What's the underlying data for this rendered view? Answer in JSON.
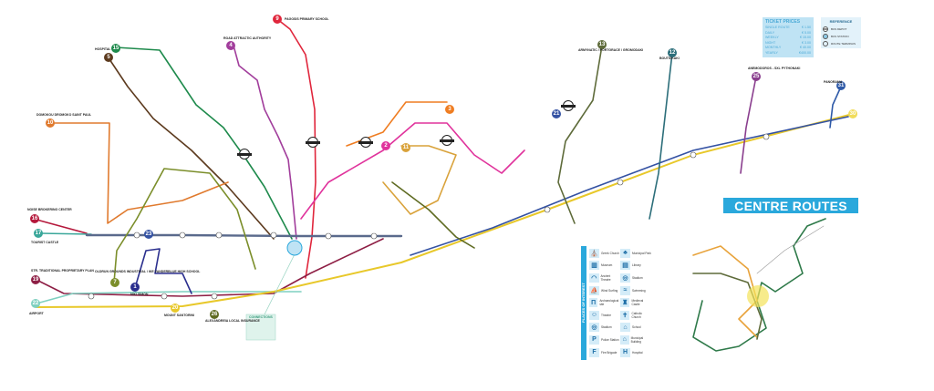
{
  "ticket_prices": {
    "title": "TICKET PRICES",
    "rows": [
      {
        "label": "SINGLE ROUTE",
        "price": "€ 1.50"
      },
      {
        "label": "DAILY",
        "price": "€ 5.00"
      },
      {
        "label": "WEEKLY",
        "price": "€ 15.00"
      },
      {
        "label": "NIGHT",
        "price": "€ 3.00"
      },
      {
        "label": "MONTHLY",
        "price": "€ 40.00"
      },
      {
        "label": "YEARLY",
        "price": "€400.00"
      }
    ]
  },
  "reference": {
    "title": "REFERENCE",
    "items": [
      {
        "label": "BUS DEPOT",
        "icon": "depot-icon"
      },
      {
        "label": "BUS STATION",
        "icon": "station-icon"
      },
      {
        "label": "ROUTE TERMINUS",
        "icon": "terminus-icon"
      }
    ]
  },
  "centre_routes": {
    "title": "CENTRE ROUTES"
  },
  "places_of_interest": {
    "title": "PLACES OF INTEREST",
    "items": [
      {
        "label": "Greek Church",
        "icon": "church-icon"
      },
      {
        "label": "Municipal Park",
        "icon": "park-icon"
      },
      {
        "label": "Museum",
        "icon": "museum-icon"
      },
      {
        "label": "Library",
        "icon": "library-icon"
      },
      {
        "label": "Ancient Theatre",
        "icon": "ancient-theatre-icon"
      },
      {
        "label": "Stadium",
        "icon": "stadium-icon"
      },
      {
        "label": "Wind Surfing",
        "icon": "windsurf-icon"
      },
      {
        "label": "Swimming",
        "icon": "swimming-icon"
      },
      {
        "label": "Archaeological site",
        "icon": "archaeological-icon"
      },
      {
        "label": "Medieval Castle",
        "icon": "castle-icon"
      },
      {
        "label": "Theatre",
        "icon": "theatre-icon"
      },
      {
        "label": "Catholic Church",
        "icon": "catholic-church-icon"
      },
      {
        "label": "Stadium",
        "icon": "stadium-icon"
      },
      {
        "label": "School",
        "icon": "school-icon"
      },
      {
        "label": "Police Station",
        "icon": "police-icon"
      },
      {
        "label": "Municipal Building",
        "icon": "municipal-building-icon"
      },
      {
        "label": "Fire Brigade",
        "icon": "fire-icon"
      },
      {
        "label": "Hospital",
        "icon": "hospital-icon"
      }
    ]
  },
  "routes": [
    {
      "number": "9",
      "color": "#e0263c"
    },
    {
      "number": "4",
      "color": "#a23e9c"
    },
    {
      "number": "15",
      "color": "#1e8a4c"
    },
    {
      "number": "5",
      "color": "#5c3a1e"
    },
    {
      "number": "10",
      "color": "#e07a2e"
    },
    {
      "number": "16",
      "color": "#b5193c"
    },
    {
      "number": "17",
      "color": "#3aa79a"
    },
    {
      "number": "19",
      "color": "#8e1f45"
    },
    {
      "number": "22",
      "color": "#7fd0c0"
    },
    {
      "number": "7",
      "color": "#7b8e2a"
    },
    {
      "number": "1",
      "color": "#2b2f8e"
    },
    {
      "number": "23",
      "color": "#3452a3"
    },
    {
      "number": "20",
      "color": "#e8c82a"
    },
    {
      "number": "26",
      "color": "#5f6b22"
    },
    {
      "number": "2",
      "color": "#e0339c"
    },
    {
      "number": "11",
      "color": "#d9a23a"
    },
    {
      "number": "3",
      "color": "#ef7d22"
    },
    {
      "number": "21",
      "color": "#3452a3"
    },
    {
      "number": "13",
      "color": "#5e6b3a"
    },
    {
      "number": "12",
      "color": "#2c6e7a"
    },
    {
      "number": "25",
      "color": "#8a3e8e"
    },
    {
      "number": "31",
      "color": "#2f5aa8"
    },
    {
      "number": "30",
      "color": "#f1dc5a"
    }
  ],
  "terminals": [
    "PAGOSIS PRIMARY SCHOOL",
    "ROAD ATTRACTIC AUTHORITY",
    "HOSPITAL",
    "DOMOKOU DROMOKO SAINT PAUL",
    "NOISE BROKERING CENTER",
    "TOURIST CASTLE",
    "STR. TRADITIONAL PROPRIETARY PLAN",
    "AIRPORT",
    "OLDRUN GROUNDS INDUSTRIAL / IKE VANDERBLUE HIGH SCHOOL",
    "NIKI SIMON",
    "ALEXANDREIA LOCAL INSURANCE",
    "MOUNT SANTORINI",
    "ARMYNATIC / PORTGRACE / GROMODAKI",
    "BOUTSIKAKI",
    "ANEMODOROS - SXL PYTHONAKI",
    "PANORAMA"
  ],
  "connections_label": "CONNECTIONS"
}
